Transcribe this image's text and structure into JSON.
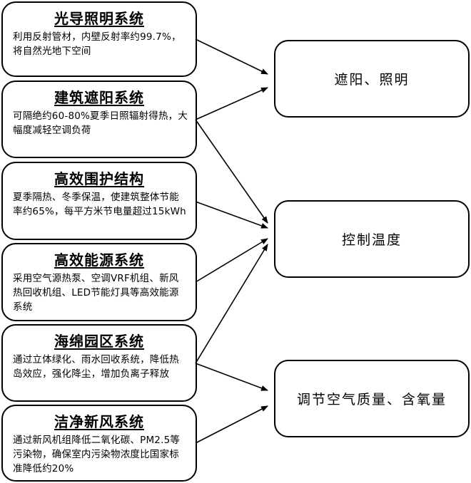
{
  "sources": [
    {
      "id": "s1",
      "title": "光导照明系统",
      "desc": "利用反射管材，内壁反射率约99.7%，将自然光地下空间"
    },
    {
      "id": "s2",
      "title": "建筑遮阳系统",
      "desc": "可隔绝约60-80%夏季日照辐射得热，大幅度减轻空调负荷"
    },
    {
      "id": "s3",
      "title": "高效围护结构",
      "desc": "夏季隔热、冬季保温，使建筑整体节能率约65%，每平方米节电量超过15kWh"
    },
    {
      "id": "s4",
      "title": "高效能源系统",
      "desc": "采用空气源热泵、空调VRF机组、新风热回收机组、LED节能灯具等高效能源系统"
    },
    {
      "id": "s5",
      "title": "海绵园区系统",
      "desc": "通过立体绿化、雨水回收系统，降低热岛效应，强化降尘，增加负离子释放"
    },
    {
      "id": "s6",
      "title": "洁净新风系统",
      "desc": "通过新风机组降低二氧化碳、PM2.5等污染物，确保室内污染物浓度比国家标准降低约20%"
    }
  ],
  "targets": [
    {
      "id": "t1",
      "label": "遮阳、照明"
    },
    {
      "id": "t2",
      "label": "控制温度"
    },
    {
      "id": "t3",
      "label": "调节空气质量、含氧量"
    }
  ],
  "edges": [
    {
      "from": "s1",
      "to": "t1"
    },
    {
      "from": "s2",
      "to": "t1"
    },
    {
      "from": "s2",
      "to": "t2"
    },
    {
      "from": "s3",
      "to": "t2"
    },
    {
      "from": "s4",
      "to": "t2"
    },
    {
      "from": "s5",
      "to": "t2"
    },
    {
      "from": "s5",
      "to": "t3"
    },
    {
      "from": "s6",
      "to": "t3"
    }
  ]
}
